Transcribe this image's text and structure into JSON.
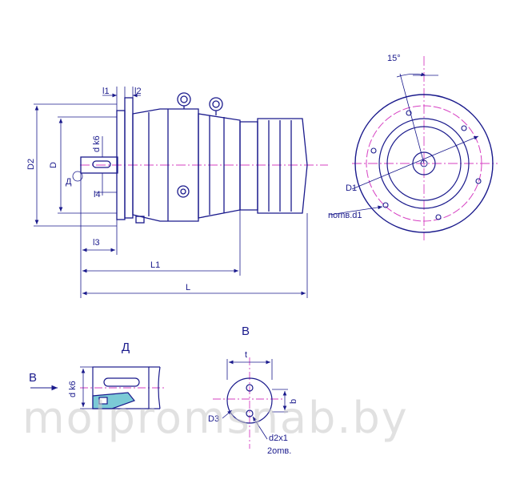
{
  "labels": {
    "l1": "l1",
    "l2": "l2",
    "l3": "l3",
    "l4": "l4",
    "dk6_top": "d k6",
    "dk6_bottom": "d k6",
    "D2": "D2",
    "D": "D",
    "D_view": "Д",
    "L1": "L1",
    "L": "L",
    "angle": "15°",
    "D1": "D1",
    "holes": "nomв.d1",
    "section_D": "Д",
    "section_B": "В",
    "arrow_B": "В",
    "t": "t",
    "b": "b",
    "D3": "D3",
    "d2x1": "d2x1",
    "holes2": "2omв."
  },
  "watermark": "molpromsnab.by",
  "colors": {
    "outline": "#1a1a8c",
    "centerline": "#d63fc2",
    "hatch": "#4fb8c8",
    "watermark": "#c9c9c9"
  }
}
